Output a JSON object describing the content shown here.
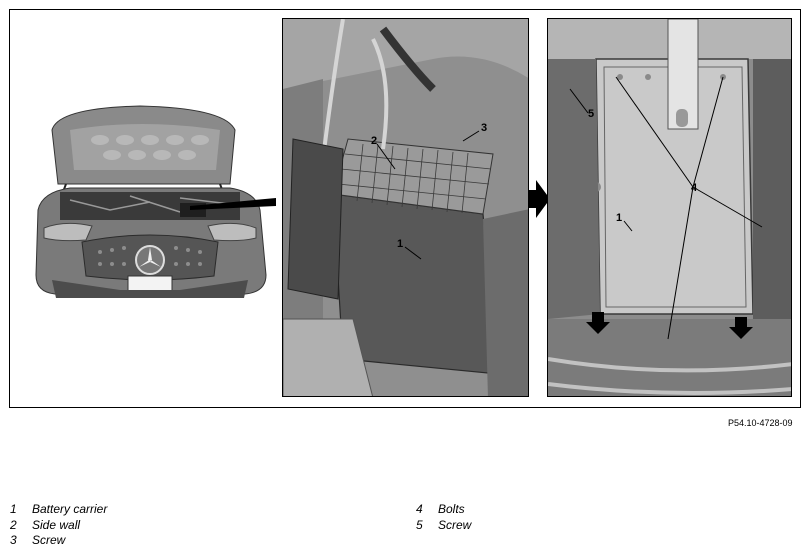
{
  "figure": {
    "reference_code": "P54.10-4728-09",
    "left_panel_callouts": [
      "1",
      "2",
      "3"
    ],
    "right_panel_callouts": [
      "1",
      "4",
      "5"
    ]
  },
  "legend": {
    "left": [
      {
        "number": "1",
        "label": "Battery carrier"
      },
      {
        "number": "2",
        "label": "Side wall"
      },
      {
        "number": "3",
        "label": "Screw"
      }
    ],
    "right": [
      {
        "number": "4",
        "label": "Bolts"
      },
      {
        "number": "5",
        "label": "Screw"
      }
    ]
  },
  "icons": {
    "vehicle": "car-front-open-hood-illustration",
    "arrow": "arrow-right-icon",
    "direction_arrows": "arrow-down-icon"
  }
}
